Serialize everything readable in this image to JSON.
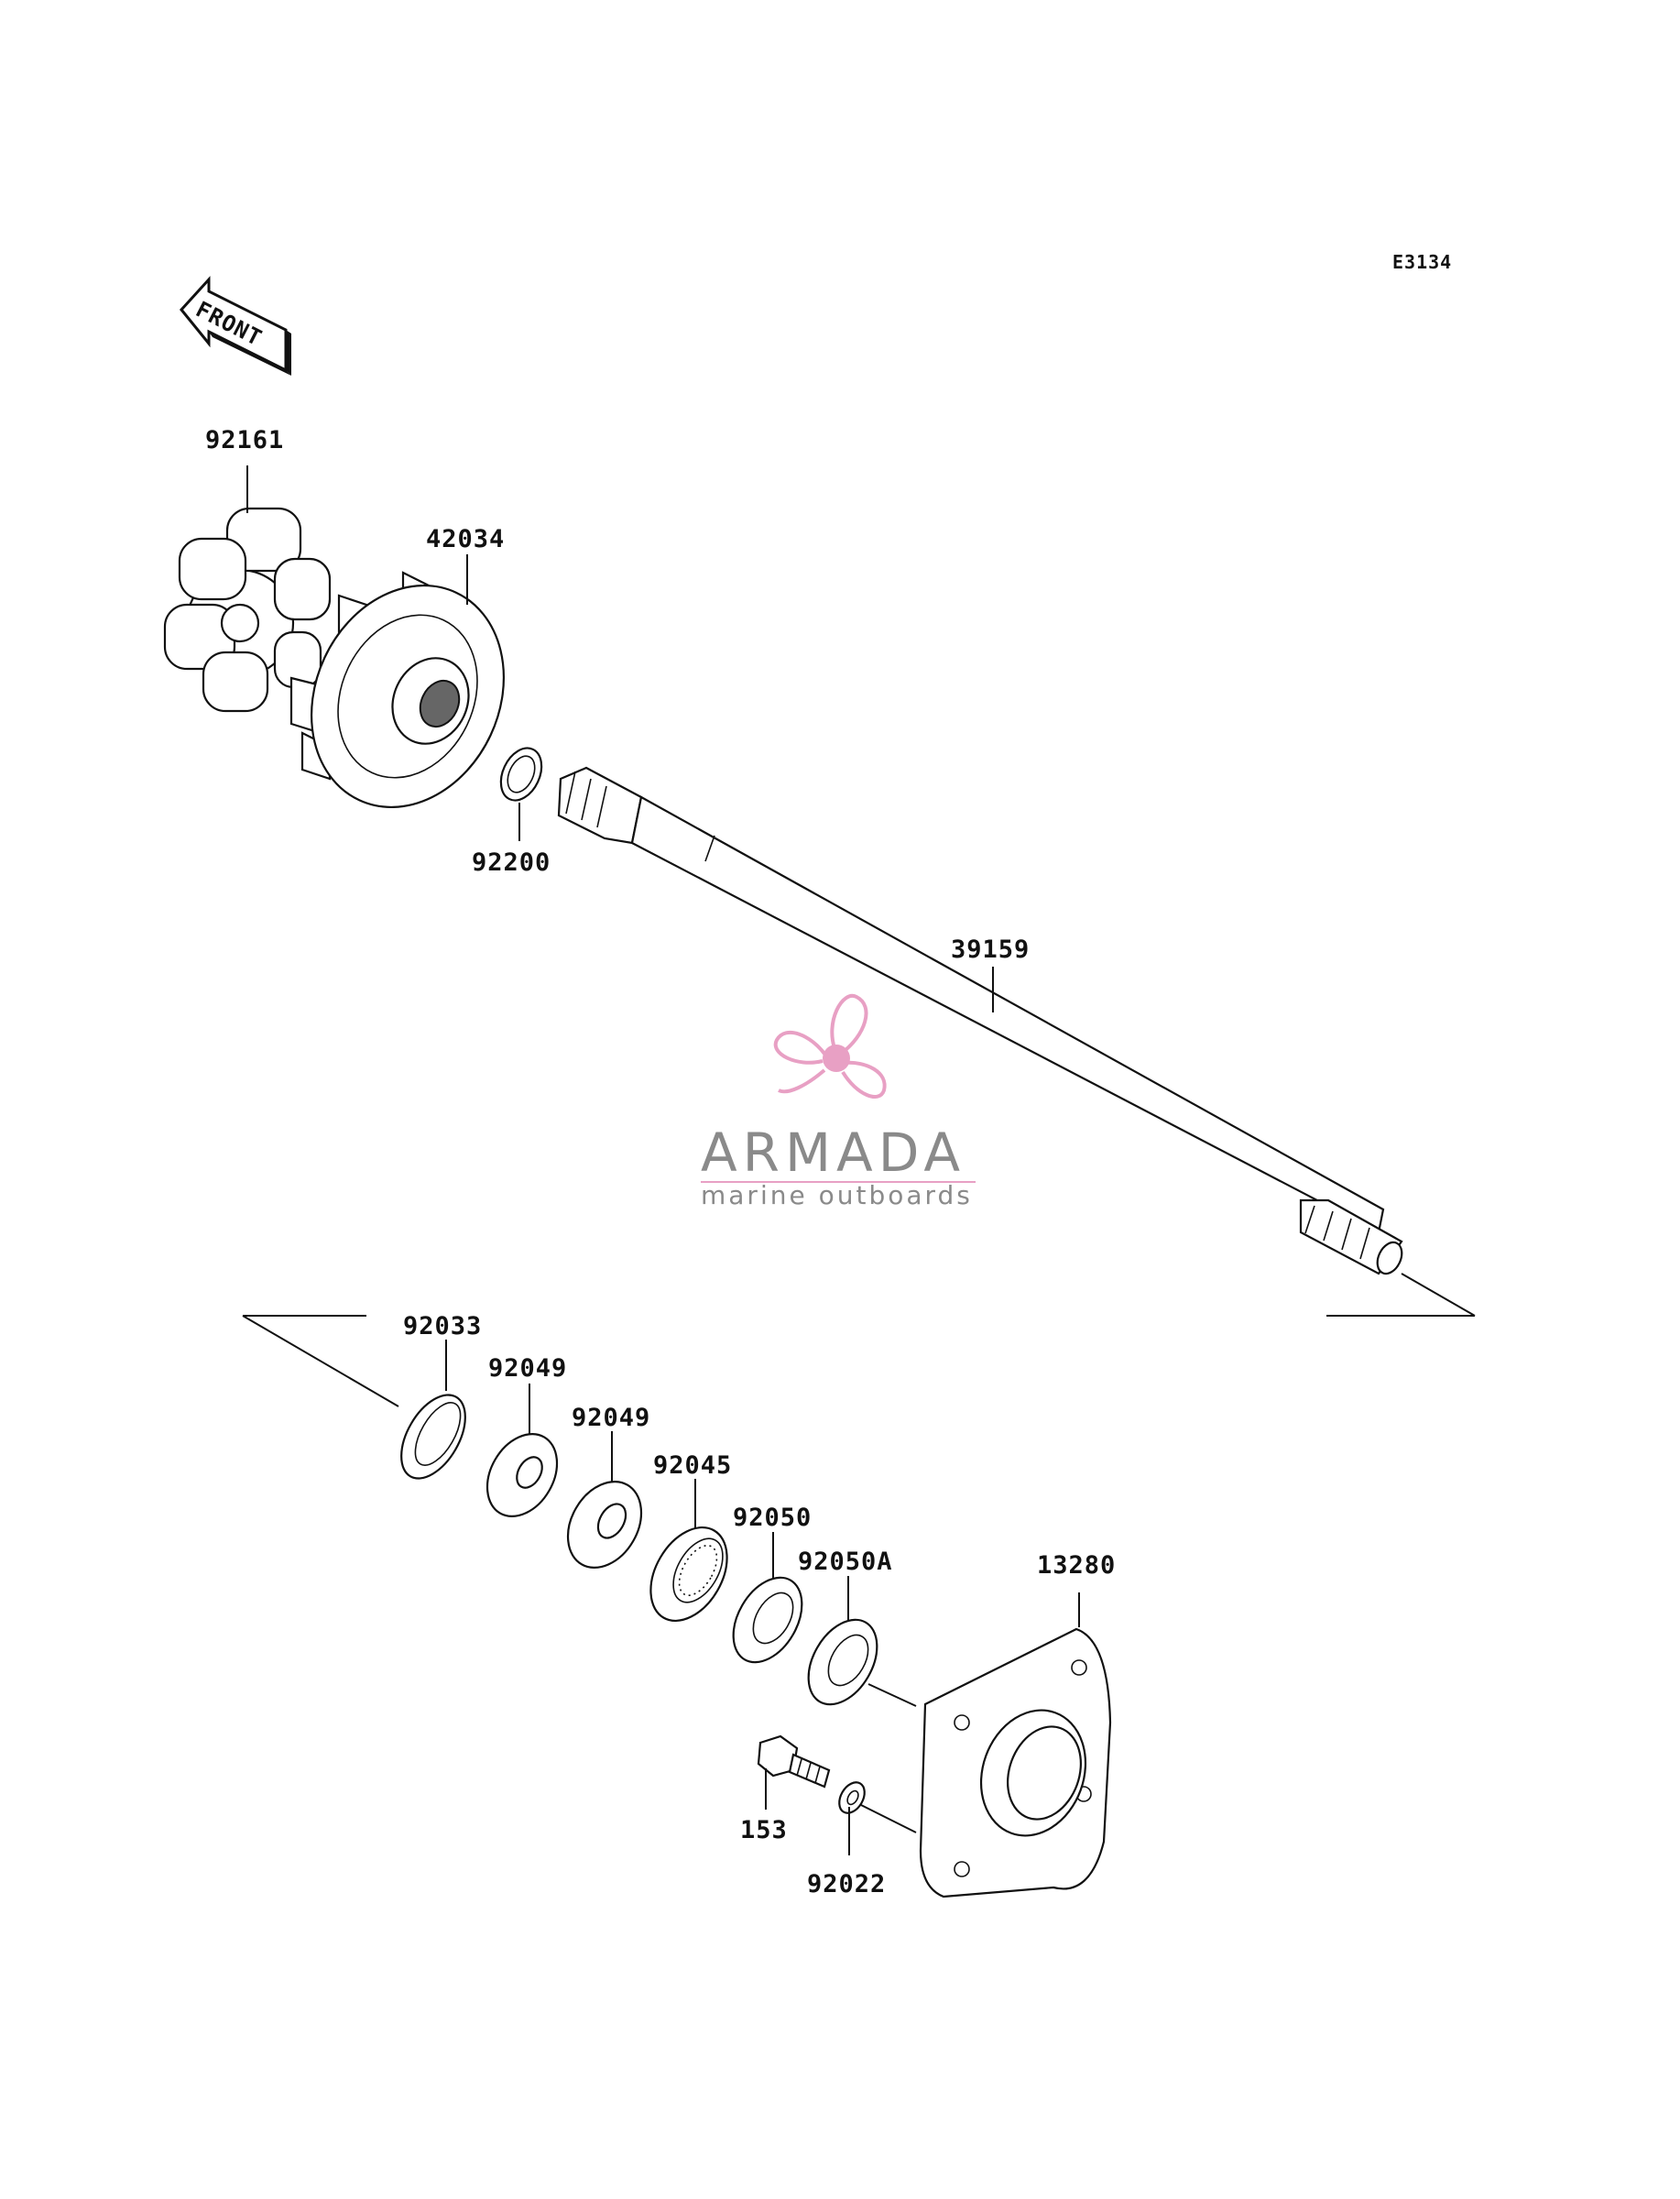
{
  "diagram_code": "E3134",
  "front_label": "FRONT",
  "brand": {
    "name": "ARMADA",
    "tagline": "marine outboards",
    "accent_color": "#e8a0c4",
    "text_color": "#8a8a8a"
  },
  "parts": [
    {
      "id": "p92161",
      "number": "92161"
    },
    {
      "id": "p42034",
      "number": "42034"
    },
    {
      "id": "p92200",
      "number": "92200"
    },
    {
      "id": "p39159",
      "number": "39159"
    },
    {
      "id": "p92033",
      "number": "92033"
    },
    {
      "id": "p92049a",
      "number": "92049"
    },
    {
      "id": "p92049b",
      "number": "92049"
    },
    {
      "id": "p92045",
      "number": "92045"
    },
    {
      "id": "p92050",
      "number": "92050"
    },
    {
      "id": "p92050A",
      "number": "92050A"
    },
    {
      "id": "p13280",
      "number": "13280"
    },
    {
      "id": "p153",
      "number": "153"
    },
    {
      "id": "p92022",
      "number": "92022"
    }
  ]
}
